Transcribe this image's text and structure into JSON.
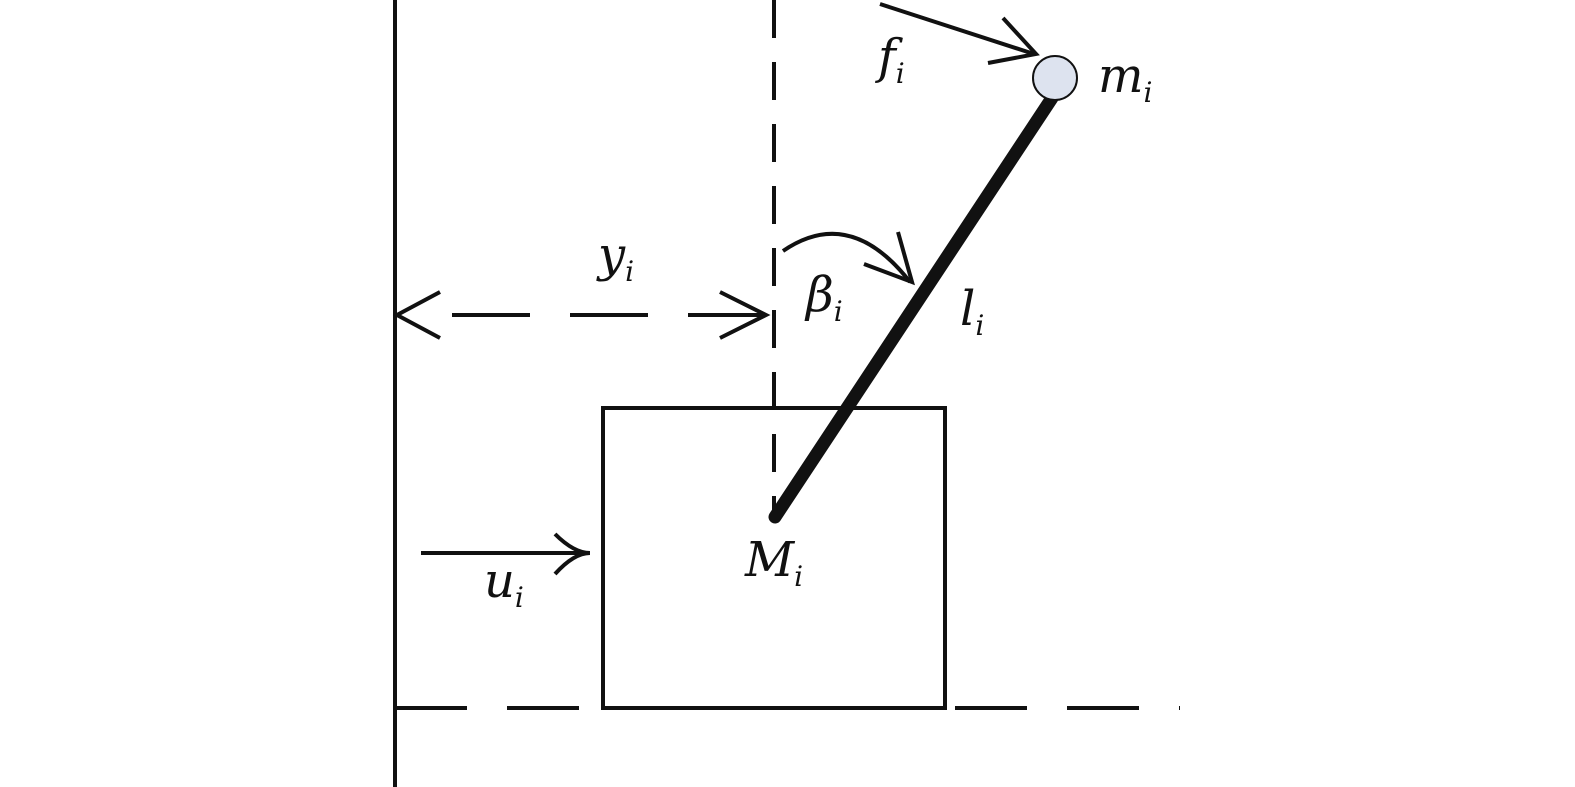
{
  "labels": {
    "force_label": {
      "main": "f",
      "sub": "i"
    },
    "pendulum_mass_label": {
      "main": "m",
      "sub": "i"
    },
    "displacement_label": {
      "main": "y",
      "sub": "i"
    },
    "angle_label": {
      "main": "β",
      "sub": "i"
    },
    "rod_length_label": {
      "main": "l",
      "sub": "i"
    },
    "cart_mass_label": {
      "main": "M",
      "sub": "i"
    },
    "control_input_label": {
      "main": "u",
      "sub": "i"
    }
  },
  "colors": {
    "stroke": "#111111",
    "bob_fill": "#dde3ef",
    "background": "#ffffff"
  }
}
